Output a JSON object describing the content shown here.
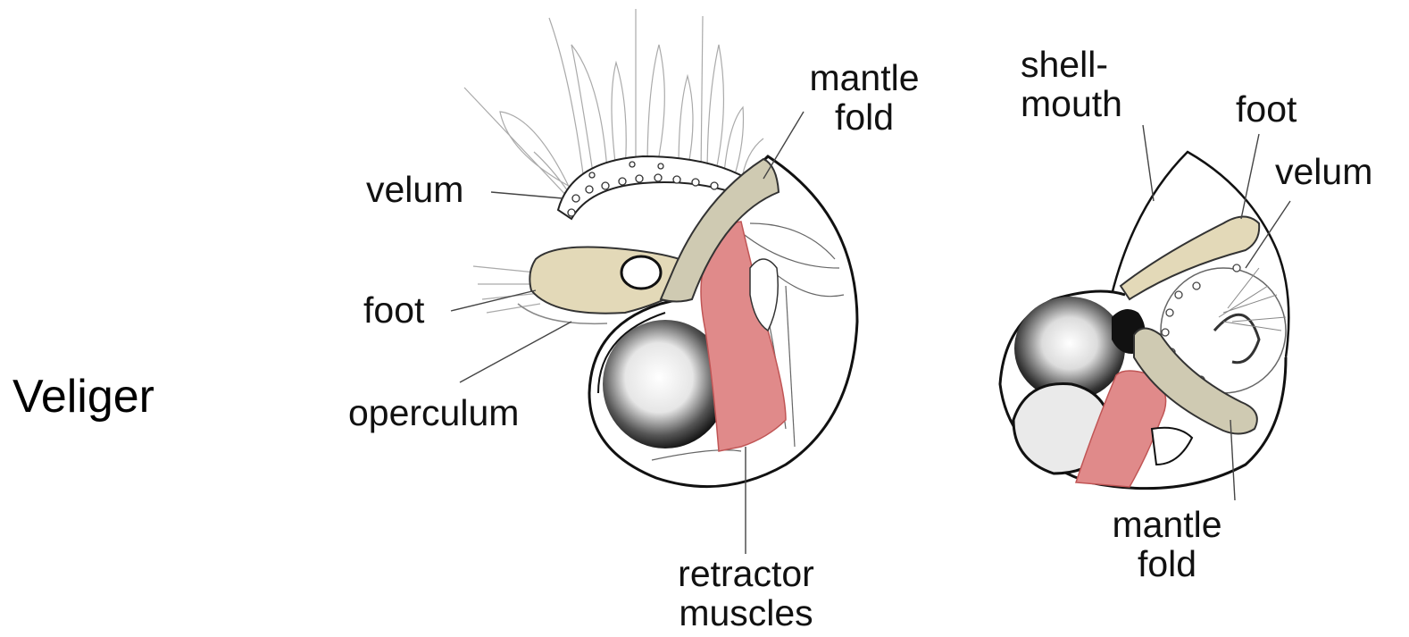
{
  "title": "Veliger",
  "labels": {
    "left_velum": "velum",
    "left_foot": "foot",
    "left_operculum": "operculum",
    "left_mantle_fold": [
      "mantle",
      "fold"
    ],
    "left_retractor_muscles": [
      "retractor",
      "muscles"
    ],
    "right_shell_mouth": [
      "shell-",
      "mouth"
    ],
    "right_foot": "foot",
    "right_velum": "velum",
    "right_mantle_fold": [
      "mantle",
      "fold"
    ]
  },
  "colors": {
    "foot_tan": "#e3d9b8",
    "mantle_gray": "#cfcab2",
    "muscle_red": "#e08a8a",
    "outline": "#111111"
  }
}
